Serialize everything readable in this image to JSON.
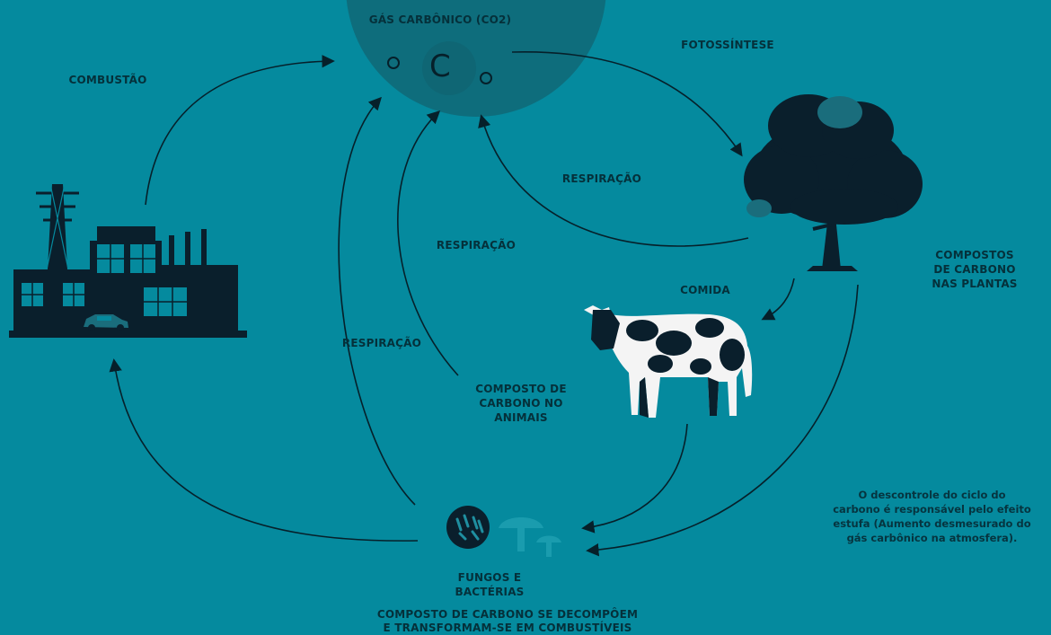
{
  "labels": {
    "co2": "GÁS CARBÔNICO (CO2)",
    "carbon_symbol": "C",
    "combustion": "COMBUSTÃO",
    "photosynthesis": "FOTOSSÍNTESE",
    "respiration_plants": "RESPIRAÇÃO",
    "respiration_animals": "RESPIRAÇÃO",
    "respiration_decomposers": "RESPIRAÇÃO",
    "plant_compounds": "COMPOSTOS DE CARBONO NAS PLANTAS",
    "food": "COMIDA",
    "animal_compounds": "COMPOSTO DE CARBONO NO ANIMAIS",
    "decomposers": "FUNGOS E BACTÉRIAS",
    "decomposition_line1": "COMPOSTO DE CARBONO SE DECOMPÔEM",
    "decomposition_line2": "E TRANSFORMAM-SE EM COMBUSTÍVEIS"
  },
  "note": {
    "line1": "O descontrole do ciclo do",
    "line2": "carbono é responsável pelo efeito",
    "line3": "estufa (Aumento desmesurado do",
    "line4": "gás carbônico na atmosfera)."
  },
  "colors": {
    "background": "#058a9e",
    "atmosphere_circle": "#0e6d7c",
    "silhouette": "#0a1f2c",
    "arrow": "#06202a"
  },
  "icons": [
    "factory-icon",
    "tree-icon",
    "cow-icon",
    "bacteria-icon",
    "mushroom-icon",
    "car-icon"
  ]
}
